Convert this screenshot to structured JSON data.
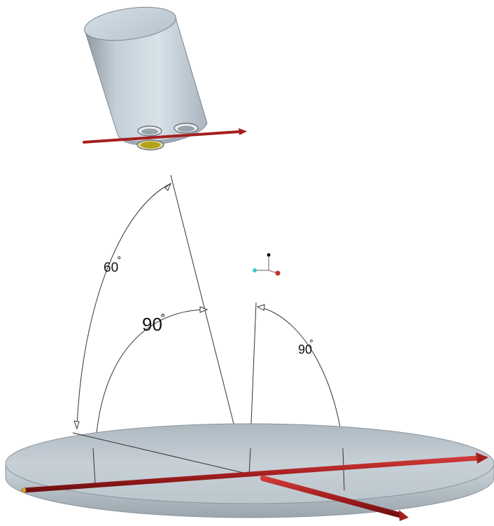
{
  "angles": {
    "angle_60": {
      "value": "60",
      "unit": "°"
    },
    "angle_90_left": {
      "value": "90",
      "unit": "°"
    },
    "angle_90_right": {
      "value": "90",
      "unit": "°"
    }
  },
  "triad": {
    "z_color": "#111111",
    "x_color": "#cc2a2a",
    "y_color": "#3fc7cf"
  },
  "colors": {
    "axis_red": "#a51f1f",
    "disk_top": "#c4cdd4",
    "cylinder": "#c8d3dc",
    "lens_yellow": "#b3a318"
  },
  "icons": {
    "triad": "coordinate-triad-icon"
  }
}
